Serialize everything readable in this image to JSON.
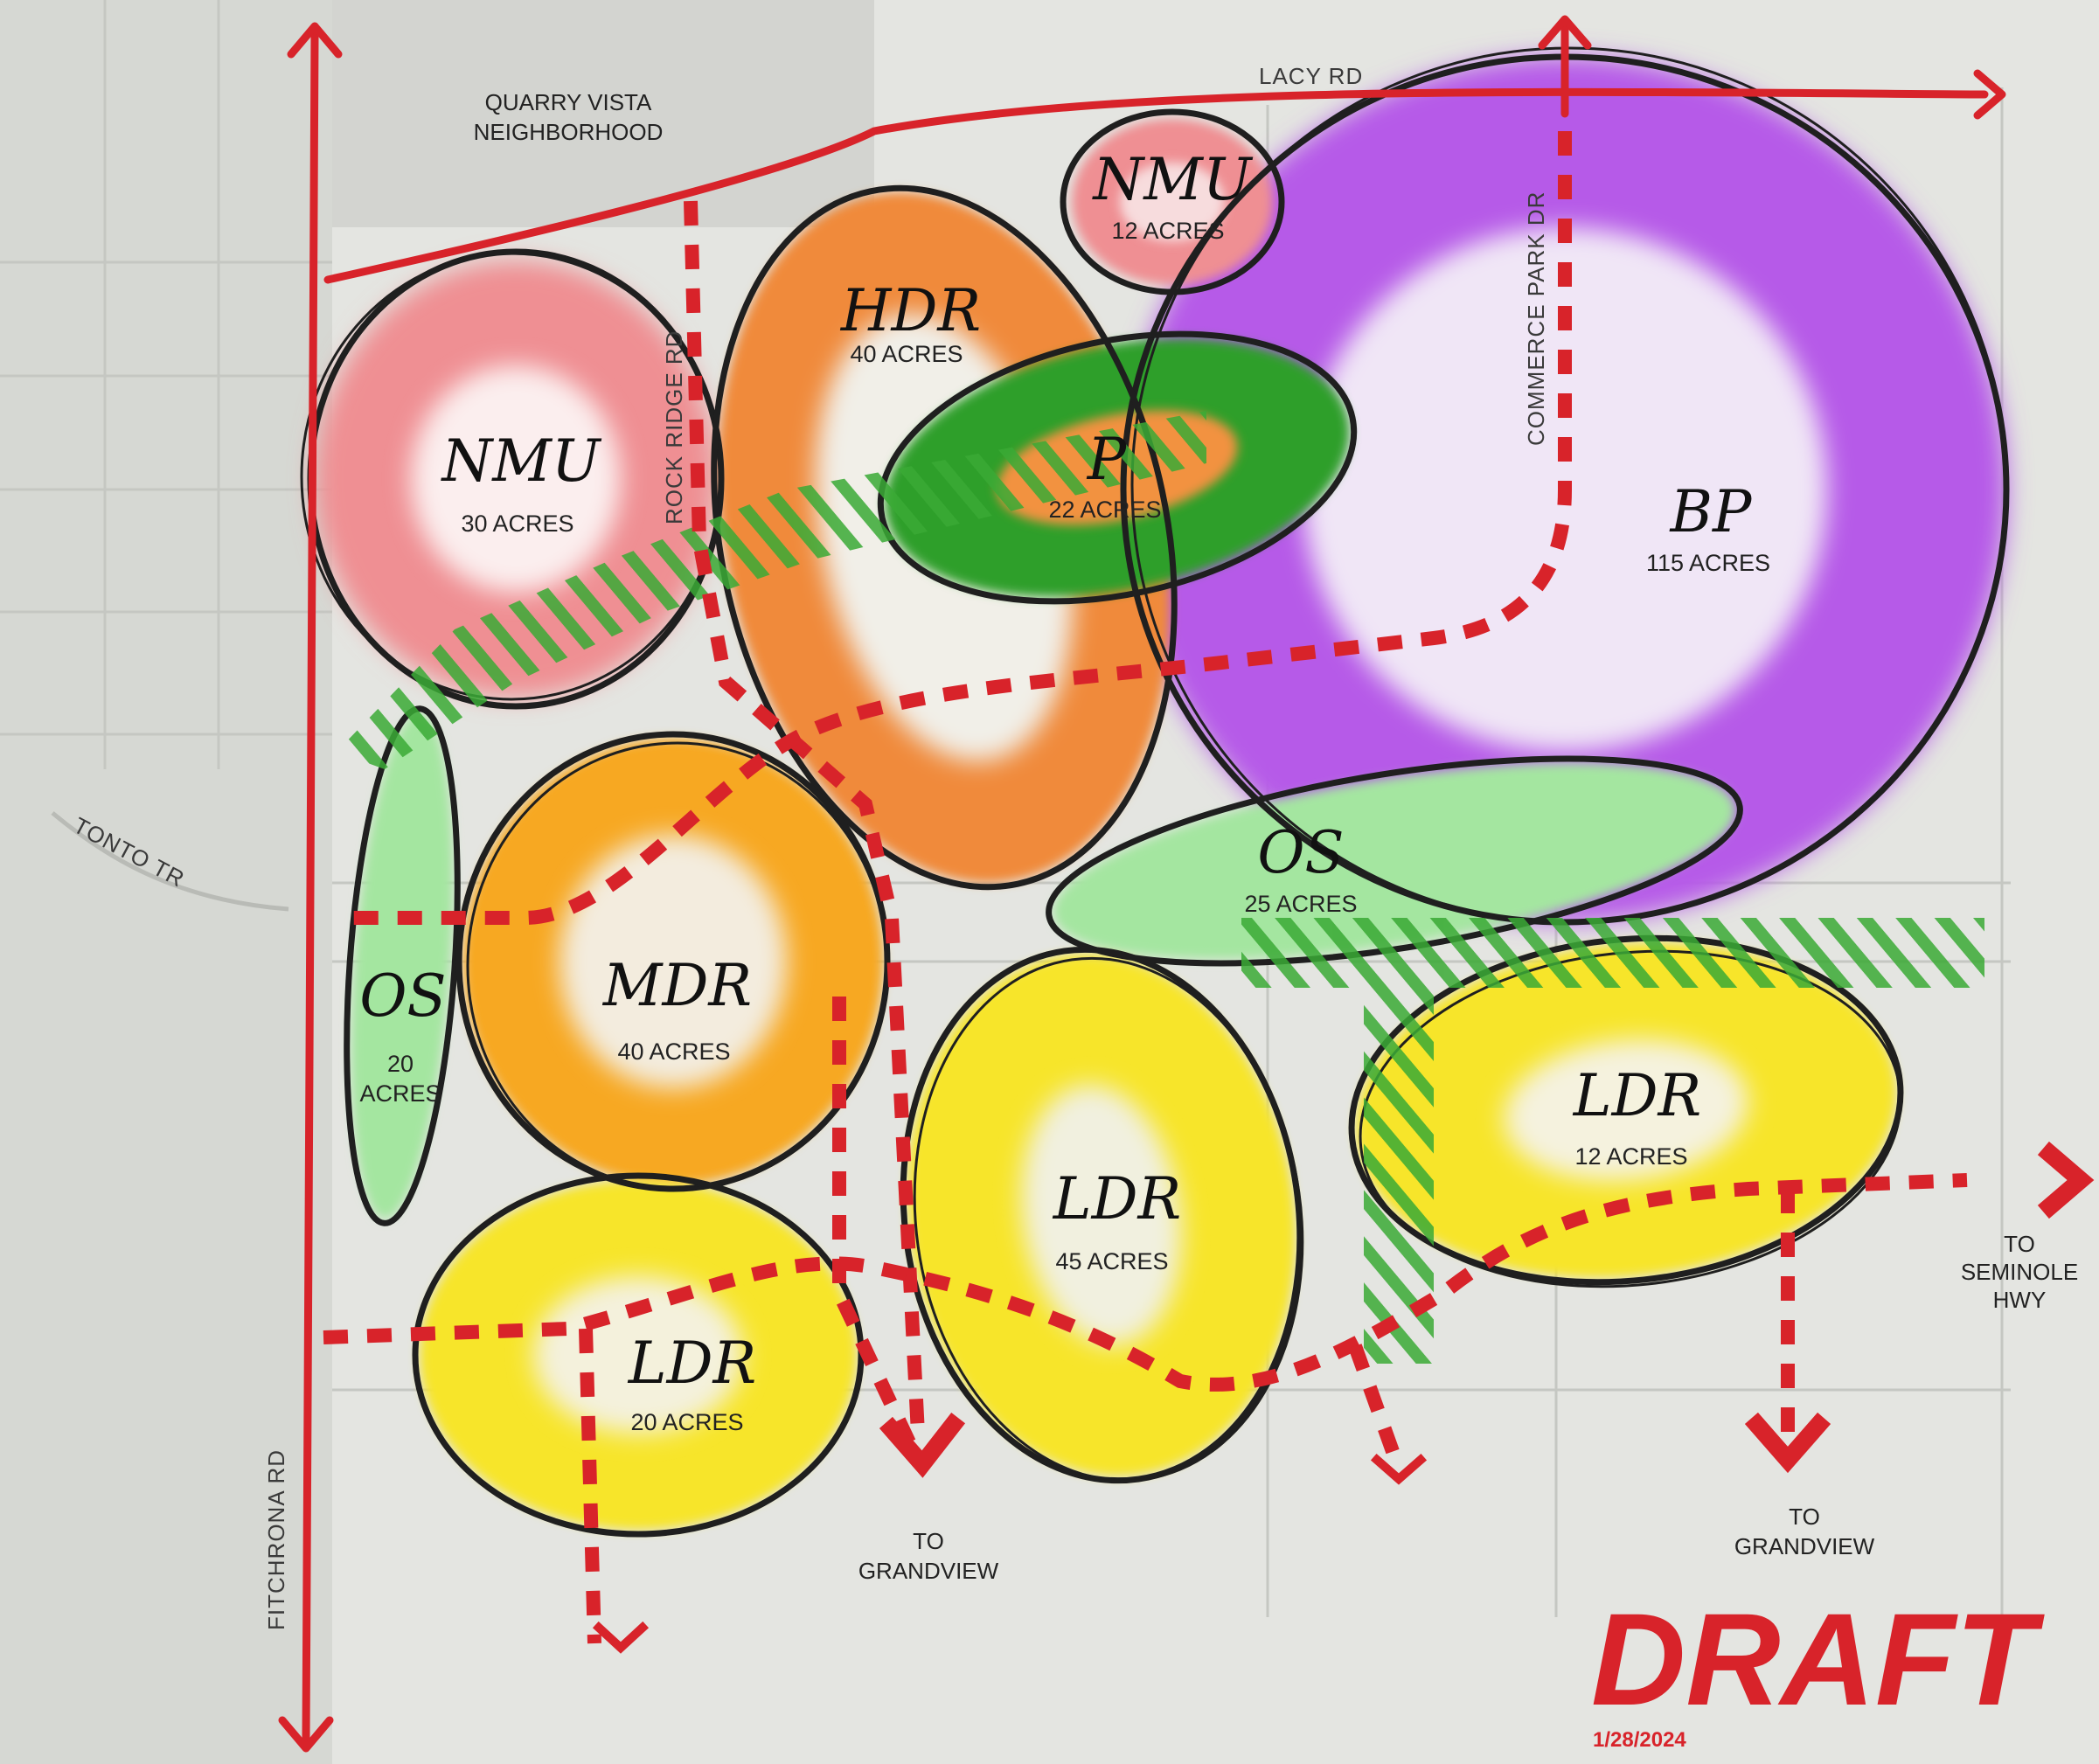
{
  "map": {
    "colors": {
      "background": "#dfe0dc",
      "road": "#d8232a",
      "nmu": "#ef8f93",
      "hdr": "#f08a3a",
      "p": "#3aaa35",
      "bp": "#b65ae8",
      "os": "#a4e6a0",
      "mdr": "#f7a823",
      "ldr": "#f7e52b",
      "hatch": "#3aaa35"
    },
    "roads": {
      "lacy": "LACY RD",
      "rock_ridge": "ROCK RIDGE RD",
      "commerce_park": "COMMERCE PARK DR",
      "tonto": "TONTO TR",
      "fitchrona": "FITCHRONA RD"
    },
    "neighborhood": {
      "line1": "QUARRY VISTA",
      "line2": "NEIGHBORHOOD"
    },
    "zones": {
      "nmu_north": {
        "code": "NMU",
        "acres": "12 ACRES"
      },
      "nmu_west": {
        "code": "NMU",
        "acres": "30 ACRES"
      },
      "hdr": {
        "code": "HDR",
        "acres": "40 ACRES"
      },
      "p": {
        "code": "P",
        "acres": "22 ACRES"
      },
      "bp": {
        "code": "BP",
        "acres": "115 ACRES"
      },
      "os_center": {
        "code": "OS",
        "acres": "25 ACRES"
      },
      "os_west": {
        "code": "OS",
        "acres_line1": "20",
        "acres_line2": "ACRES"
      },
      "mdr": {
        "code": "MDR",
        "acres": "40 ACRES"
      },
      "ldr_sw": {
        "code": "LDR",
        "acres": "20 ACRES"
      },
      "ldr_center": {
        "code": "LDR",
        "acres": "45 ACRES"
      },
      "ldr_east": {
        "code": "LDR",
        "acres": "12 ACRES"
      }
    },
    "destinations": {
      "grandview_center": {
        "line1": "TO",
        "line2": "GRANDVIEW"
      },
      "grandview_east": {
        "line1": "TO",
        "line2": "GRANDVIEW"
      },
      "seminole": {
        "line1": "TO",
        "line2": "SEMINOLE",
        "line3": "HWY"
      }
    },
    "stamp": {
      "text": "DRAFT",
      "date": "1/28/2024"
    }
  }
}
